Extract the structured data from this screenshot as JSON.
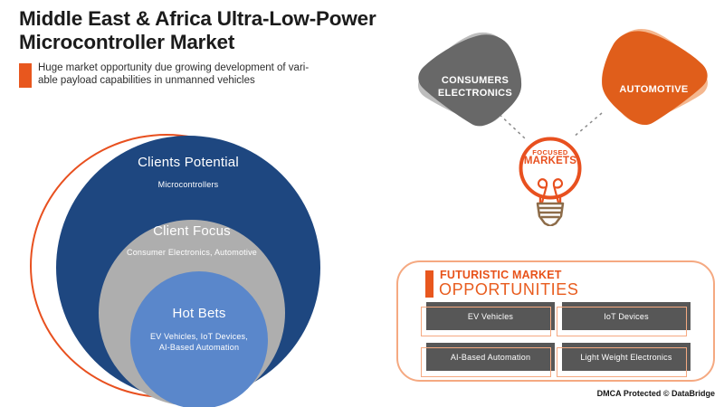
{
  "header": {
    "title_lines": [
      "Middle East & Africa Ultra-Low-Power",
      "Microcontroller Market"
    ],
    "subtitle_lines": [
      "Huge market opportunity due growing development of vari-",
      "able payload capabilities in unmanned vehicles"
    ]
  },
  "venn": {
    "outer": {
      "title": "Clients Potential",
      "subtitle": "Microcontrollers",
      "color": "#1E4780"
    },
    "middle": {
      "title": "Client Focus",
      "subtitle": "Consumer Electronics, Automotive",
      "color": "#AEAEAE"
    },
    "inner": {
      "title": "Hot Bets",
      "subtitle_lines": [
        "EV Vehicles, IoT Devices,",
        "AI-Based Automation"
      ],
      "color": "#5A87CB"
    }
  },
  "focus_diagram": {
    "left_blob": {
      "label_lines": [
        "CONSUMERS",
        "ELECTRONICS"
      ],
      "color": "#686868"
    },
    "right_blob": {
      "label": "AUTOMOTIVE",
      "color": "#E05E1B"
    },
    "bulb": {
      "label_lines": [
        "FOCUSED",
        "MARKETS"
      ]
    }
  },
  "opportunities": {
    "heading_line1": "FUTURISTIC MARKET",
    "heading_line2": "OPPORTUNITIES",
    "items": [
      "EV Vehicles",
      "IoT Devices",
      "AI-Based Automation",
      "Light Weight Electronics"
    ]
  },
  "footer": {
    "dmca": "DMCA Protected © DataBridge"
  },
  "colors": {
    "accent_orange": "#E8571E",
    "outline_orange": "#E8501F",
    "salmon_outline": "#F5A981",
    "navy": "#1E4780",
    "gray_ring": "#AEAEAE",
    "light_blue": "#5A87CB",
    "dark_gray_blob": "#686868",
    "button_gray": "#575757",
    "bulb_base_brown": "#8D6C49"
  }
}
